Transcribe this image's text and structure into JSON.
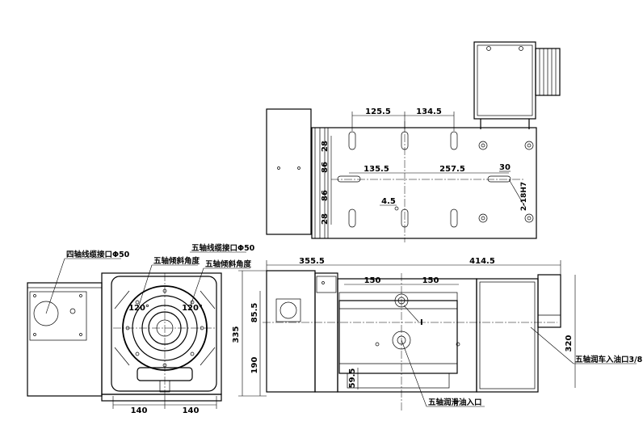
{
  "top_view": {
    "dims": {
      "d1255": "125.5",
      "d1345": "134.5",
      "d1355": "135.5",
      "d2575": "257.5",
      "d30": "30",
      "d45": "4.5",
      "v28a": "28",
      "v86a": "86",
      "v86b": "86",
      "v28b": "28",
      "slot": "2-18H7"
    }
  },
  "left_view": {
    "labels": {
      "cable_4axis": "四轴线缆接口Φ50",
      "cable_5axis": "五轴线缆接口Φ50",
      "tilt_a": "五轴倾斜角度",
      "tilt_b": "五轴倾斜角度"
    },
    "dims": {
      "ang_l": "120°",
      "ang_r": "120°",
      "h140a": "140",
      "h140b": "140"
    }
  },
  "right_view": {
    "labels": {
      "lub_inlet": "五轴润车入油口3/8",
      "oil_inlet": "五轴润滑油入口",
      "detail": "I"
    },
    "dims": {
      "d3555": "355.5",
      "d4145": "414.5",
      "d150a": "150",
      "d150b": "150",
      "v855": "85.5",
      "v335": "335",
      "v190": "190",
      "v595": "59.5",
      "v320": "320"
    }
  }
}
